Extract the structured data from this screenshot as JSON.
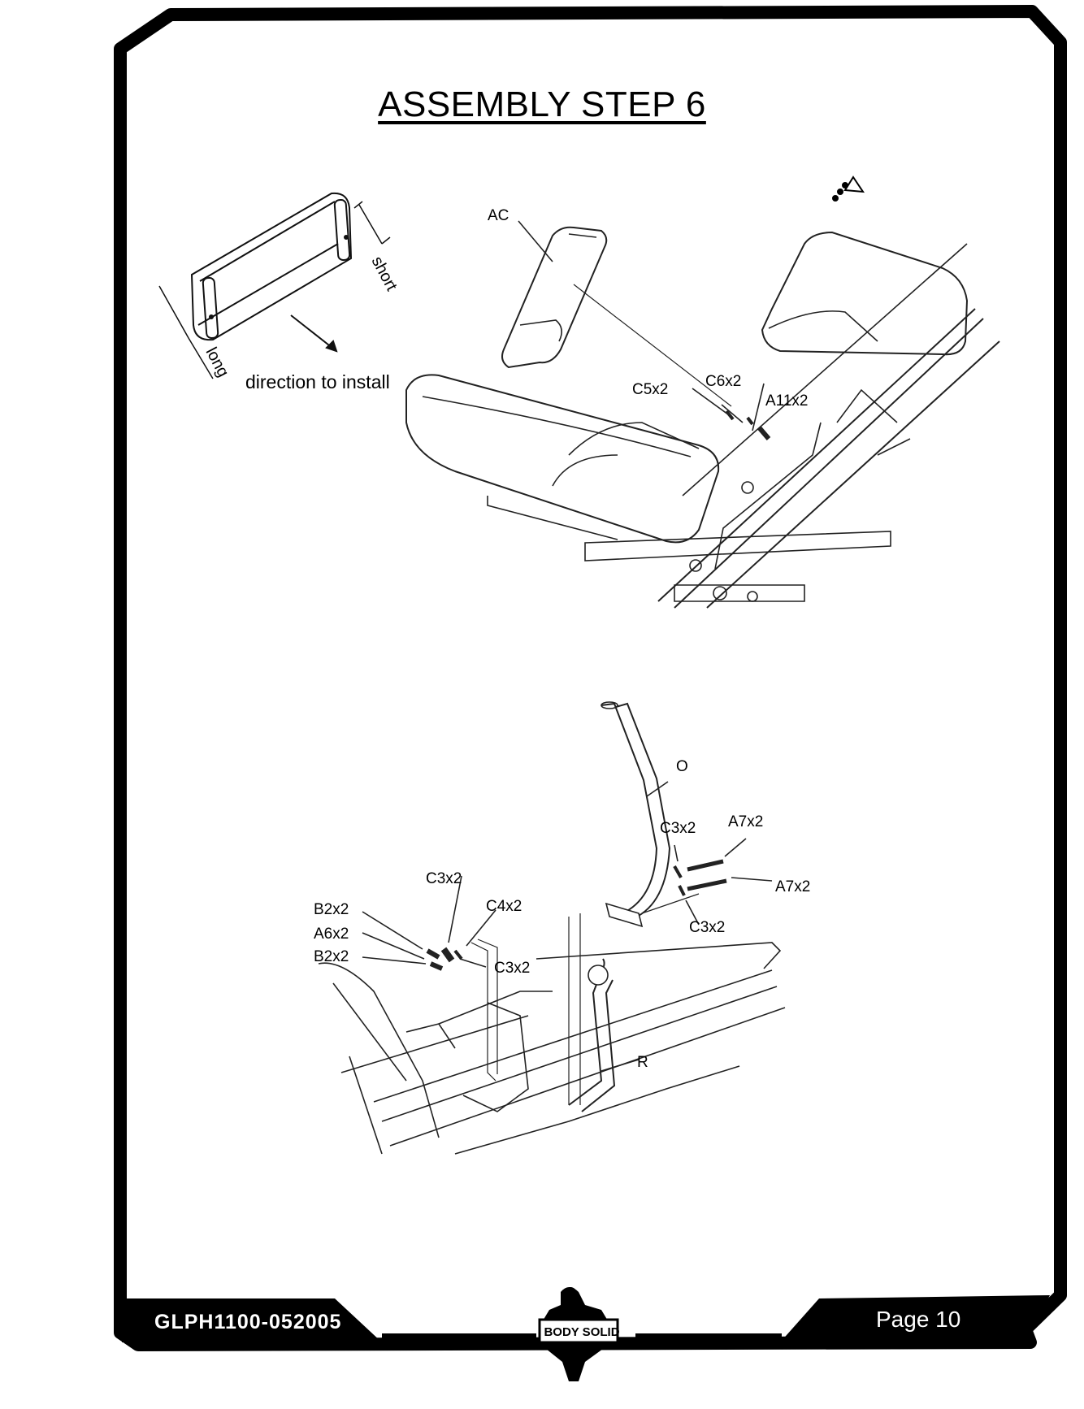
{
  "page": {
    "title": "ASSEMBLY STEP 6",
    "doc_code": "GLPH1100-052005",
    "page_label": "Page 10",
    "brand_logo_text": "BODY SOLID"
  },
  "pad_detail": {
    "short_label": "short",
    "long_label": "long",
    "direction_label": "direction to install"
  },
  "upper_callouts": {
    "ac": "AC",
    "c5": "C5x2",
    "c6": "C6x2",
    "a11": "A11x2"
  },
  "lower_callouts": {
    "o": "O",
    "r": "R",
    "c3_top_right": "C3x2",
    "a7_top": "A7x2",
    "a7_right": "A7x2",
    "c3_bottom_right": "C3x2",
    "c3_top_left": "C3x2",
    "c4": "C4x2",
    "b2_top": "B2x2",
    "a6": "A6x2",
    "b2_bottom": "B2x2",
    "c3_left": "C3x2"
  },
  "colors": {
    "ink": "#000000",
    "paper": "#ffffff",
    "line_art": "#333333"
  }
}
